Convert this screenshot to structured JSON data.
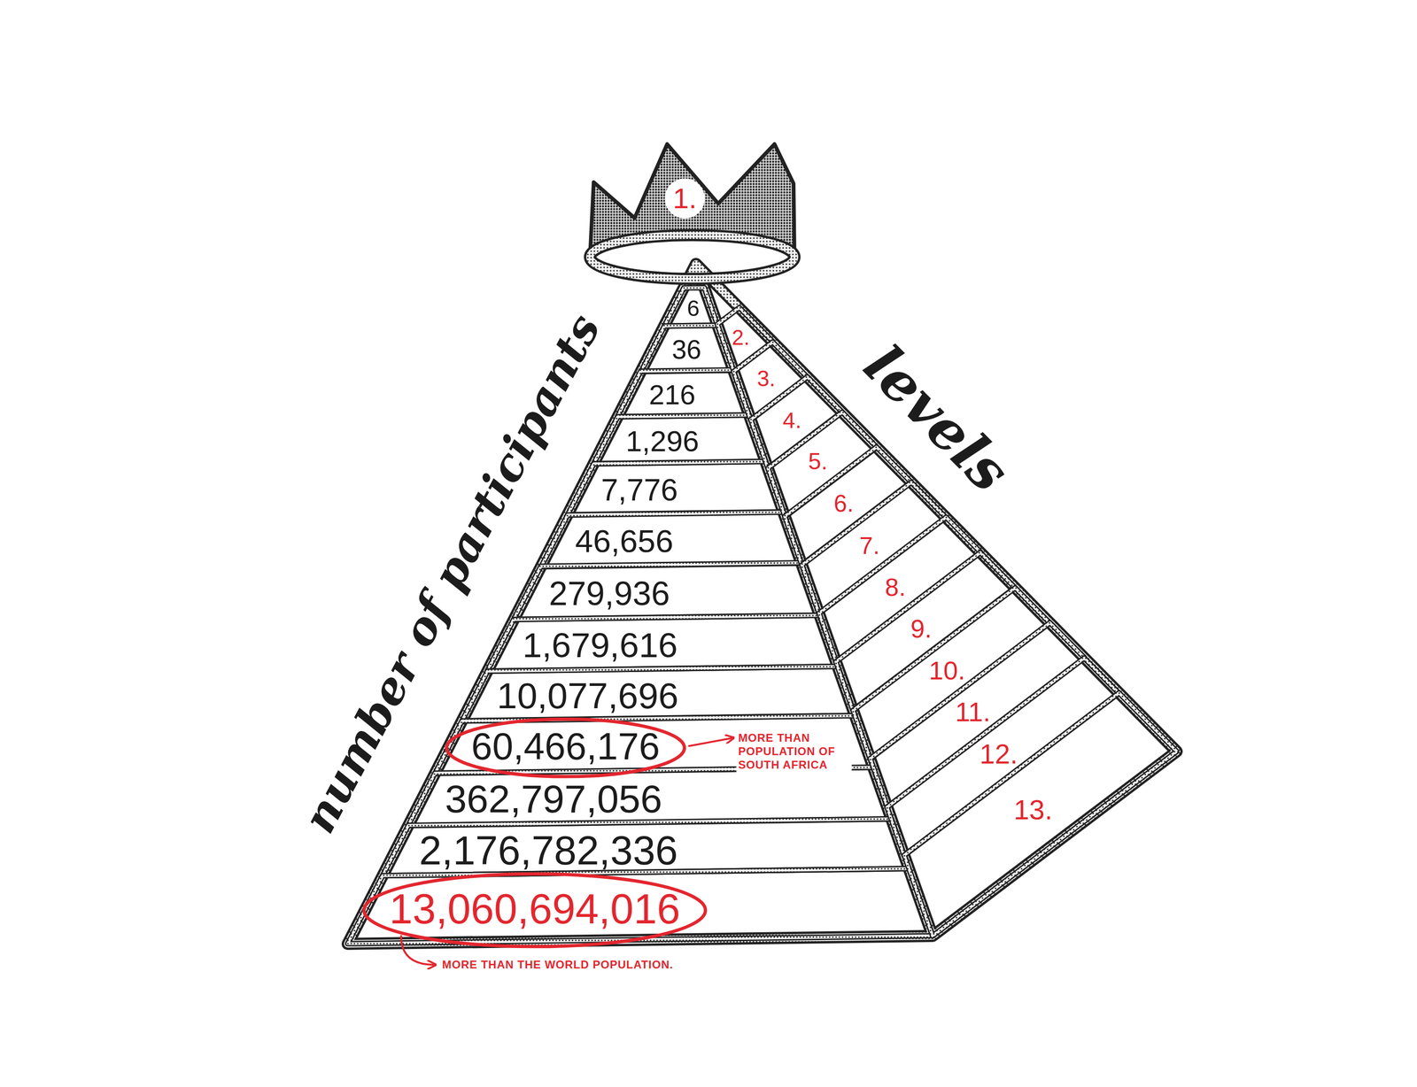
{
  "diagram": {
    "nodes": [
      {
        "text": [
          "1."
        ]
      },
      {
        "text": [
          "6"
        ]
      },
      {
        "text": [
          "36"
        ]
      },
      {
        "text": [
          "216"
        ]
      },
      {
        "text": [
          "1,296"
        ]
      },
      {
        "text": [
          "7,776"
        ]
      },
      {
        "text": [
          "46,656"
        ]
      },
      {
        "text": [
          "279,936"
        ]
      },
      {
        "text": [
          "1,679,616"
        ]
      },
      {
        "text": [
          "10,077,696"
        ]
      },
      {
        "text": [
          "60,466,176"
        ]
      },
      {
        "text": [
          "362,797,056"
        ]
      },
      {
        "text": [
          "2,176,782,336"
        ]
      },
      {
        "text": [
          "13,060,694,016"
        ]
      },
      {
        "text": [
          "2."
        ]
      },
      {
        "text": [
          "3."
        ]
      },
      {
        "text": [
          "4."
        ]
      },
      {
        "text": [
          "5."
        ]
      },
      {
        "text": [
          "6."
        ]
      },
      {
        "text": [
          "7."
        ]
      },
      {
        "text": [
          "8."
        ]
      },
      {
        "text": [
          "9."
        ]
      },
      {
        "text": [
          "10."
        ]
      },
      {
        "text": [
          "11."
        ]
      },
      {
        "text": [
          "12."
        ]
      },
      {
        "text": [
          "13."
        ]
      }
    ],
    "labels": [
      "number of participants",
      "levels",
      "MORE THAN POPULATION OF SOUTH AFRICA",
      "MORE THAN THE WORLD POPULATION."
    ]
  }
}
